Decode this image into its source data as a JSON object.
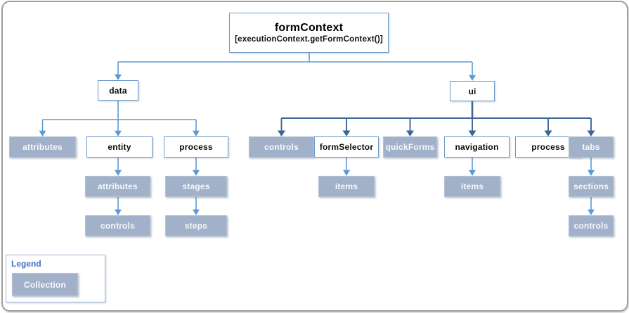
{
  "root": {
    "title": "formContext",
    "subtitle": "[executionContext.getFormContext()]"
  },
  "nodes": {
    "data": "data",
    "ui": "ui",
    "data_attributes": "attributes",
    "entity": "entity",
    "data_process": "process",
    "ui_controls": "controls",
    "form_selector": "formSelector",
    "quick_forms": "quickForms",
    "navigation": "navigation",
    "ui_process": "process",
    "tabs": "tabs",
    "entity_attributes": "attributes",
    "stages": "stages",
    "form_selector_items": "items",
    "navigation_items": "items",
    "sections": "sections",
    "entity_controls": "controls",
    "steps": "steps",
    "tabs_controls": "controls"
  },
  "legend": {
    "title": "Legend",
    "collection_label": "Collection"
  },
  "colors": {
    "collection_fill": "#a2b1ca",
    "object_border": "#6b9ac9",
    "connector_light": "#5b9bd5",
    "connector_dark": "#3e6695",
    "legend_title": "#4472c4",
    "frame_border": "#9e9e9e"
  }
}
